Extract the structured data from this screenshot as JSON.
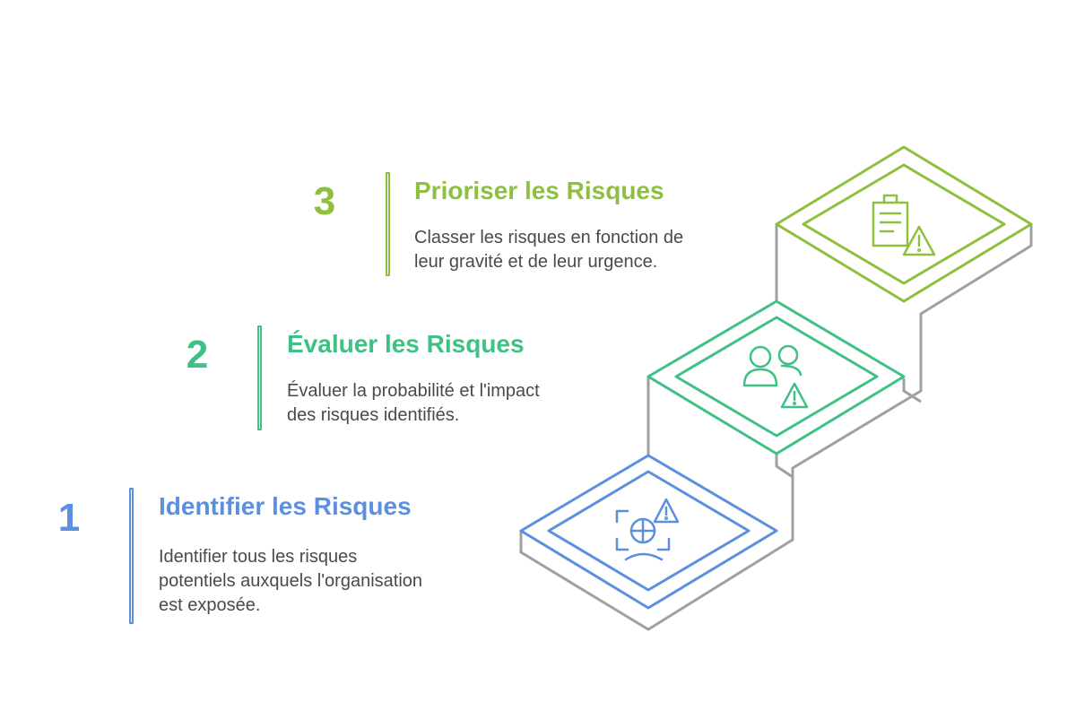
{
  "colors": {
    "step1": "#5b8fe0",
    "step2": "#3fc084",
    "step3": "#8fbf3f",
    "structure": "#a0a0a0"
  },
  "steps": [
    {
      "number": "1",
      "title": "Identifier les Risques",
      "desc": [
        "Identifier tous les risques",
        "potentiels auxquels l'organisation",
        "est exposée."
      ],
      "icon": "target-scan-warning-icon"
    },
    {
      "number": "2",
      "title": "Évaluer les Risques",
      "desc": [
        "Évaluer la probabilité et l'impact",
        "des risques identifiés."
      ],
      "icon": "people-warning-icon"
    },
    {
      "number": "3",
      "title": "Prioriser les Risques",
      "desc": [
        "Classer les risques en fonction de",
        "leur gravité et de leur urgence."
      ],
      "icon": "clipboard-warning-icon"
    }
  ]
}
